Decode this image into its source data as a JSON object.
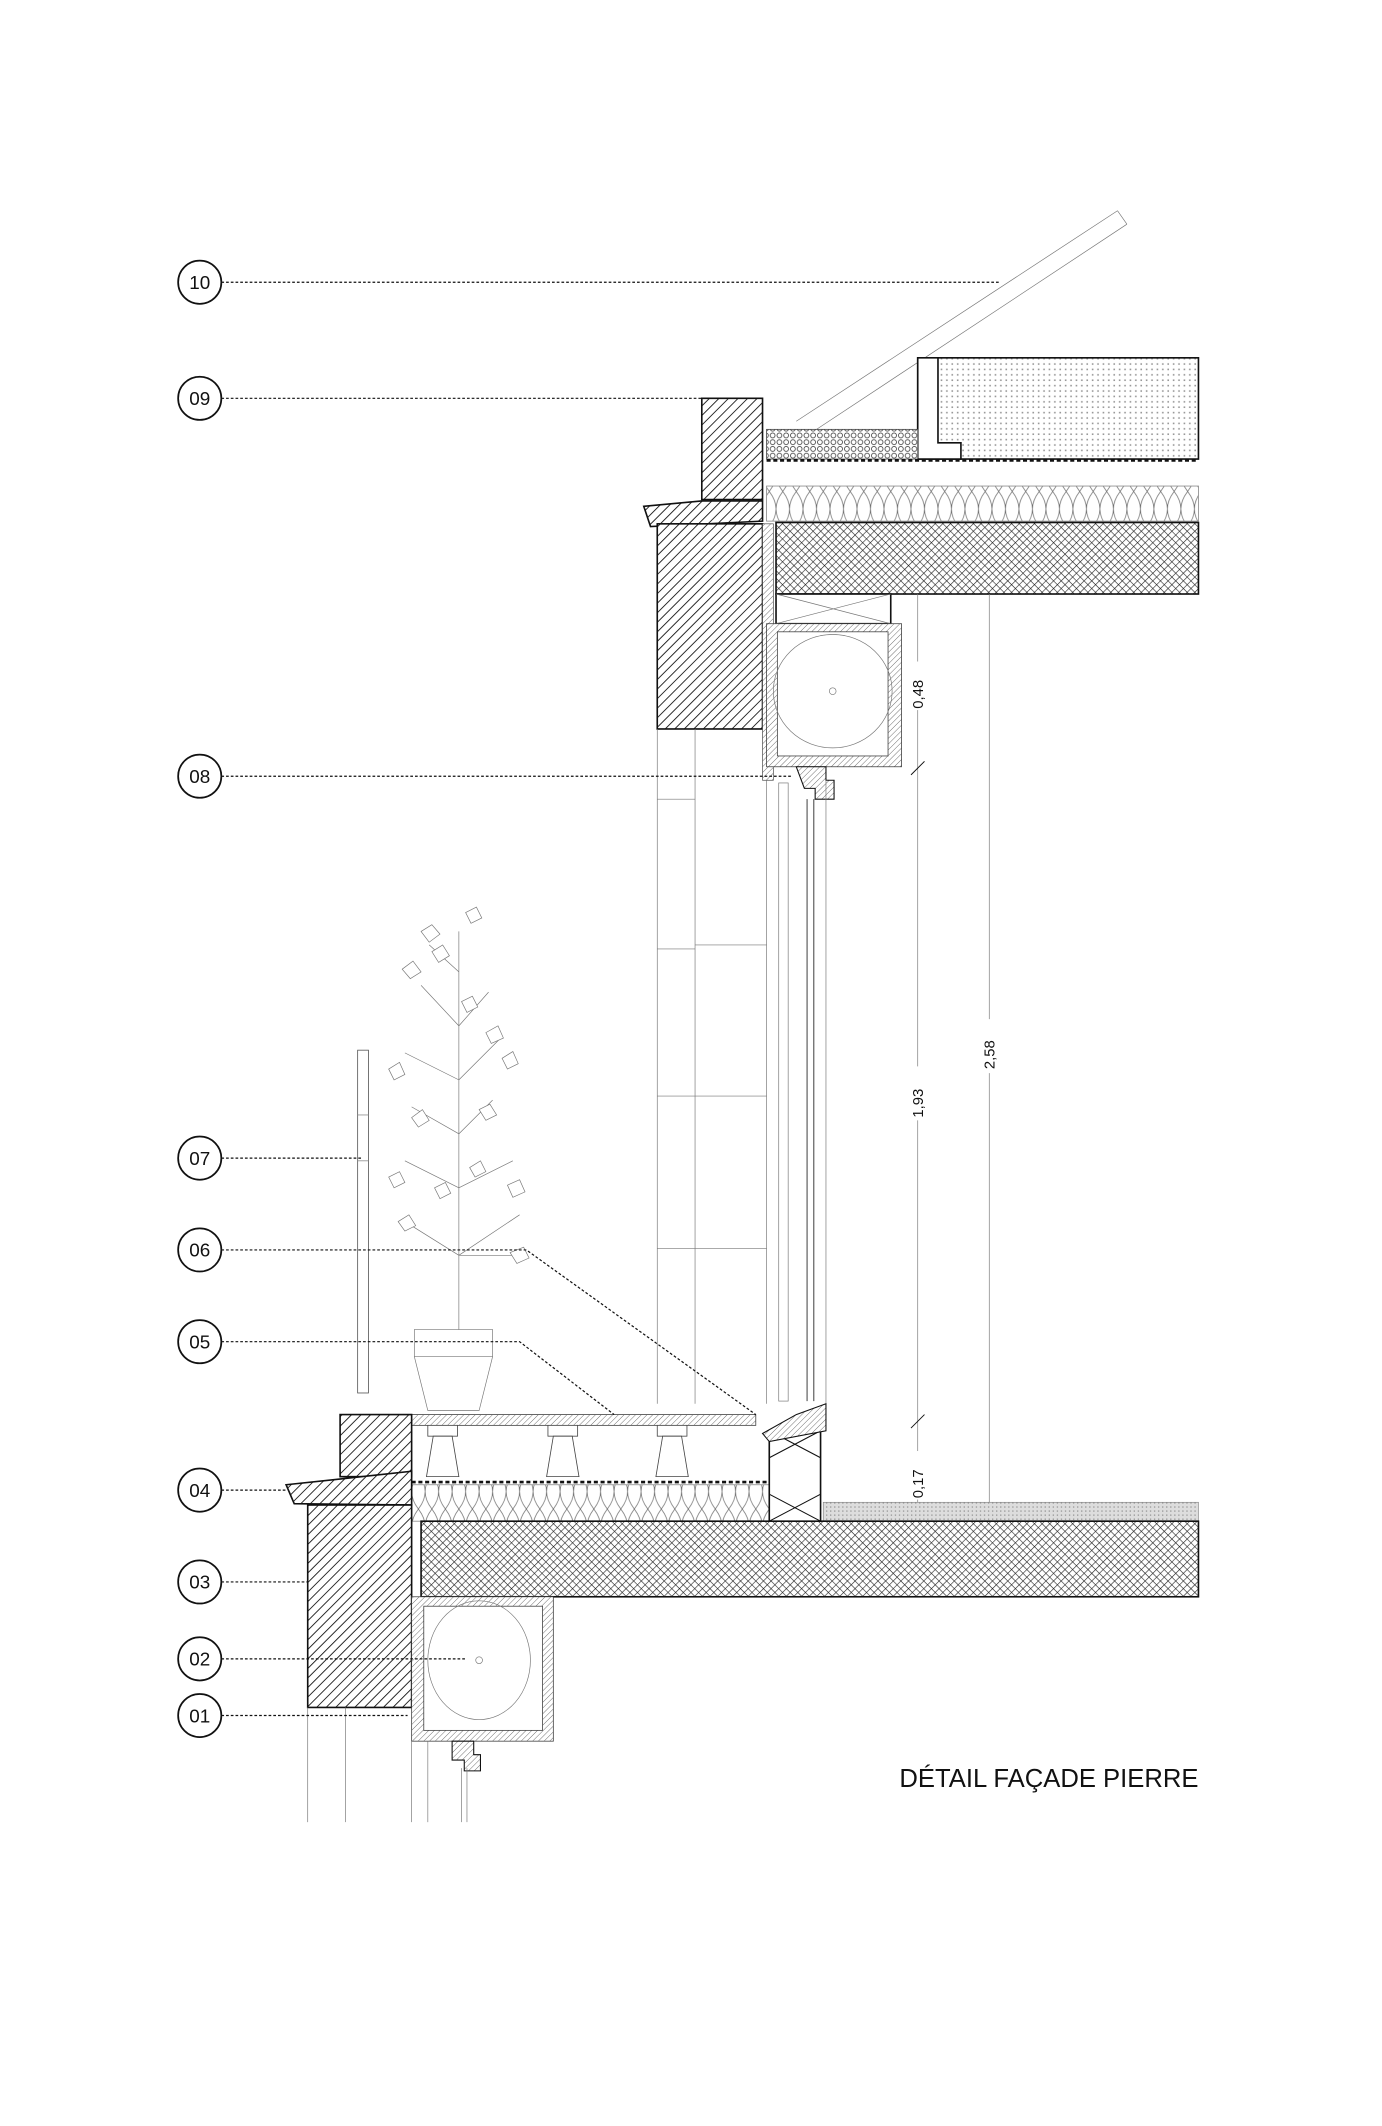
{
  "title": "DÉTAIL FAÇADE PIERRE",
  "callouts": [
    "10",
    "09",
    "08",
    "07",
    "06",
    "05",
    "04",
    "03",
    "02",
    "01"
  ],
  "dimensions": {
    "lintel_height": "0,48",
    "window_height": "1,93",
    "sill_height": "0,17",
    "floor_to_ceiling": "2,58"
  }
}
